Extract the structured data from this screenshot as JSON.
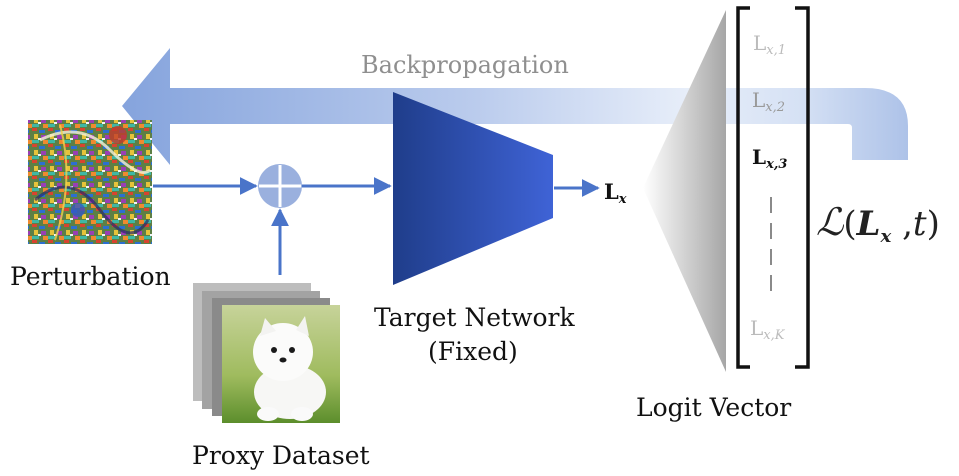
{
  "labels": {
    "backpropagation": "Backpropagation",
    "perturbation": "Perturbation",
    "proxy_dataset": "Proxy Dataset",
    "target_network_line1": "Target Network",
    "target_network_line2": "(Fixed)",
    "logit_vector": "Logit Vector"
  },
  "symbols": {
    "output_logit": "L",
    "output_logit_sub": "x",
    "logit_1": "L",
    "logit_1_sub": "x,1",
    "logit_2": "L",
    "logit_2_sub": "x,2",
    "logit_3": "L",
    "logit_3_sub": "x,3",
    "logit_k": "L",
    "logit_k_sub": "x,K",
    "loss_func": "ℒ",
    "loss_open": "(",
    "loss_var": "L",
    "loss_var_sub": "x",
    "loss_sep": " ,",
    "loss_target": "t",
    "loss_close": ")"
  },
  "colors": {
    "network_dark": "#1f3d8a",
    "network_light": "#3f63d6",
    "arrow_blue": "#4a74c9",
    "backprop_blue": "#8ba9de",
    "plus_circle": "#9ab0de",
    "text_dark": "#111111",
    "text_gray": "#8f8f8f"
  },
  "icons": {
    "perturbation": "noise-image-icon",
    "proxy_sample": "dog-photo-icon",
    "adder": "plus-circle-icon"
  }
}
